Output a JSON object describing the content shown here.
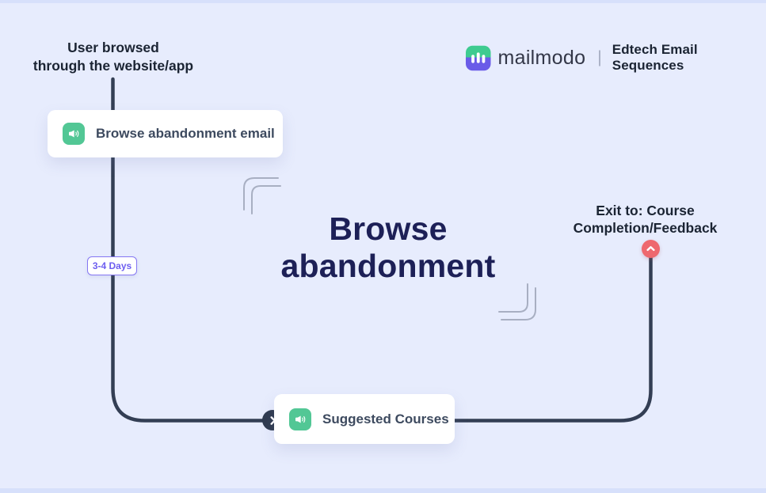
{
  "header": {
    "brand": "mailmodo",
    "separator": "|",
    "subtitle": "Edtech Email Sequences"
  },
  "flow": {
    "title_line1": "Browse",
    "title_line2": "abandonment",
    "trigger_line1": "User browsed",
    "trigger_line2": "through the website/app",
    "delay_badge": "3-4 Days",
    "exit_line1": "Exit to: Course",
    "exit_line2": "Completion/Feedback",
    "nodes": [
      {
        "label": "Browse abandonment email",
        "icon": "megaphone-icon"
      },
      {
        "label": "Suggested Courses",
        "icon": "megaphone-icon"
      }
    ]
  },
  "colors": {
    "background": "#e7ecfd",
    "edge_strip": "#d7e0fb",
    "connector": "#333e54",
    "title_navy": "#1d2057",
    "node_green": "#52c795",
    "badge_purple": "#6d5ef0",
    "exit_red": "#ee686e",
    "logo_green": "#3ecb90",
    "logo_purple": "#6a5be8"
  }
}
